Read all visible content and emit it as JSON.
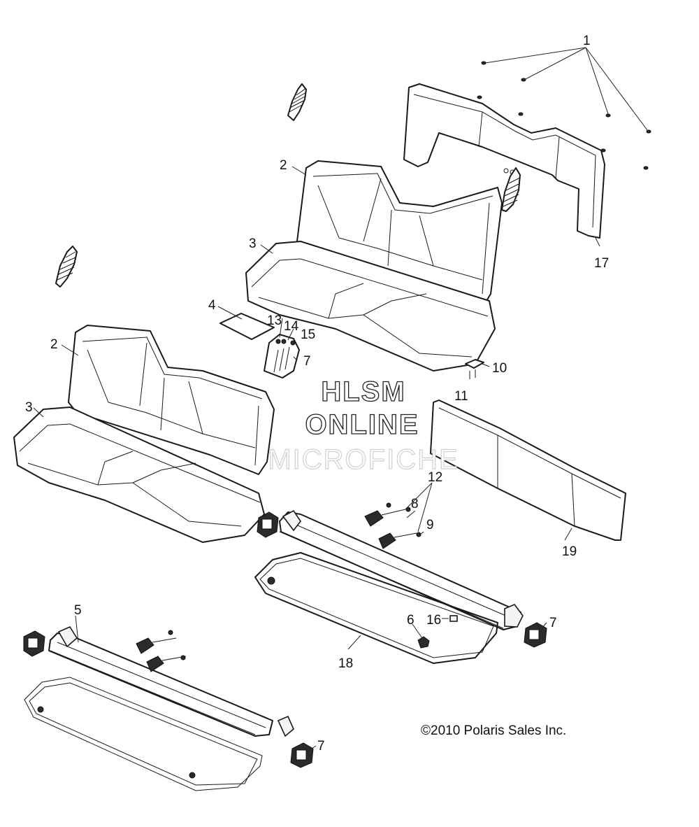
{
  "callouts": {
    "c1": "1",
    "c2a": "2",
    "c2b": "2",
    "c3a": "3",
    "c3b": "3",
    "c4": "4",
    "c5": "5",
    "c6": "6",
    "c7a": "7",
    "c7b": "7",
    "c7c": "7",
    "c8": "8",
    "c9": "9",
    "c10": "10",
    "c11": "11",
    "c12": "12",
    "c13": "13",
    "c14": "14",
    "c15": "15",
    "c16": "16",
    "c17": "17",
    "c18": "18",
    "c19": "19"
  },
  "watermark": {
    "line1": "HLSM",
    "line2": "ONLINE",
    "line3": "MICROFICHE"
  },
  "copyright": "©2010 Polaris Sales Inc."
}
